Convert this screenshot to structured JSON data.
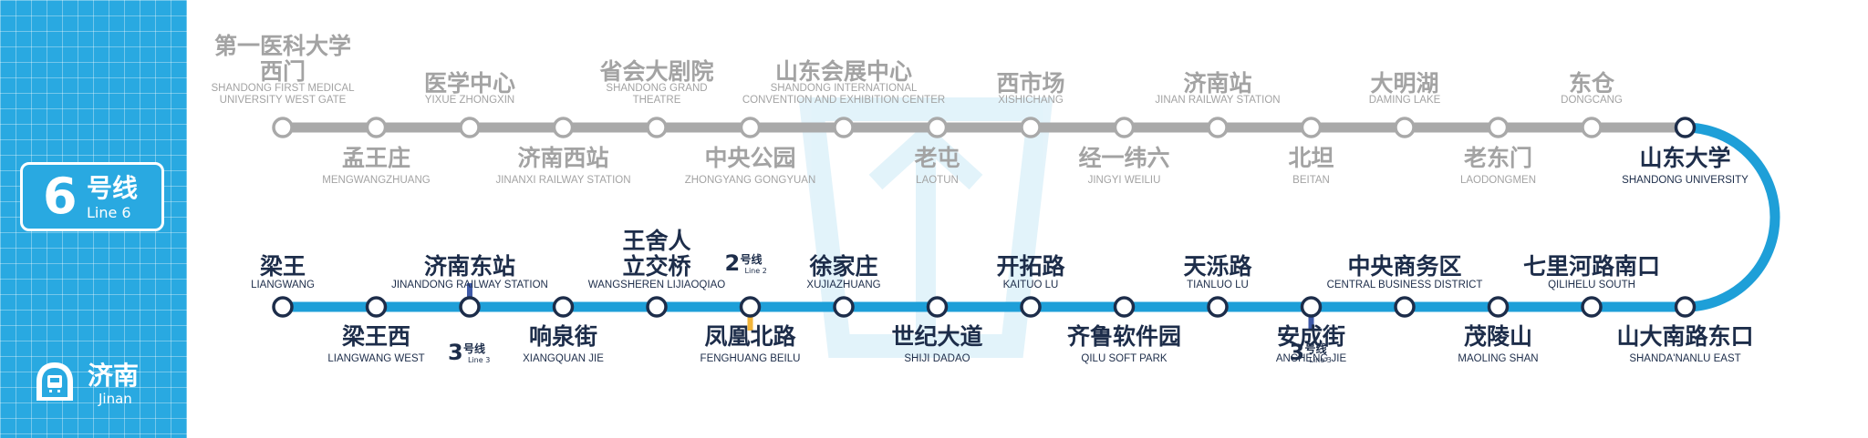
{
  "line": {
    "number": "6",
    "name_cn": "号线",
    "name_en": "Line 6",
    "color": "#1e9fd8",
    "passed_color": "#a9a9a9"
  },
  "city": {
    "name_cn": "济南",
    "name_en": "Jinan",
    "icon": "metro-train-icon"
  },
  "stations_top": [
    {
      "cn": "第一医科大学\n西门",
      "en": "SHANDONG FIRST MEDICAL\nUNIVERSITY WEST GATE"
    },
    {
      "cn": "孟王庄",
      "en": "MENGWANGZHUANG"
    },
    {
      "cn": "医学中心",
      "en": "YIXUE ZHONGXIN"
    },
    {
      "cn": "济南西站",
      "en": "JINANXI RAILWAY STATION"
    },
    {
      "cn": "省会大剧院",
      "en": "SHANDONG GRAND\nTHEATRE"
    },
    {
      "cn": "中央公园",
      "en": "ZHONGYANG GONGYUAN"
    },
    {
      "cn": "山东会展中心",
      "en": "SHANDONG INTERNATIONAL\nCONVENTION  AND EXHIBITION CENTER"
    },
    {
      "cn": "老屯",
      "en": "LAOTUN"
    },
    {
      "cn": "西市场",
      "en": "XISHICHANG"
    },
    {
      "cn": "经一纬六",
      "en": "JINGYI WEILIU"
    },
    {
      "cn": "济南站",
      "en": "JINAN RAILWAY STATION"
    },
    {
      "cn": "北坦",
      "en": "BEITAN"
    },
    {
      "cn": "大明湖",
      "en": "DAMING LAKE"
    },
    {
      "cn": "老东门",
      "en": "LAODONGMEN"
    },
    {
      "cn": "东仓",
      "en": "DONGCANG"
    },
    {
      "cn": "山东大学",
      "en": "SHANDONG UNIVERSITY"
    }
  ],
  "stations_bottom": [
    {
      "cn": "梁王",
      "en": "LIANGWANG"
    },
    {
      "cn": "梁王西",
      "en": "LIANGWANG WEST"
    },
    {
      "cn": "济南东站",
      "en": "JINANDONG RAILWAY STATION"
    },
    {
      "cn": "响泉街",
      "en": "XIANGQUAN JIE"
    },
    {
      "cn": "王舍人\n立交桥",
      "en": "WANGSHEREN LIJIAOQIAO"
    },
    {
      "cn": "凤凰北路",
      "en": "FENGHUANG BEILU"
    },
    {
      "cn": "徐家庄",
      "en": "XUJIAZHUANG"
    },
    {
      "cn": "世纪大道",
      "en": "SHIJI DADAO"
    },
    {
      "cn": "开拓路",
      "en": "KAITUO LU"
    },
    {
      "cn": "齐鲁软件园",
      "en": "QILU SOFT PARK"
    },
    {
      "cn": "天泺路",
      "en": "TIANLUO LU"
    },
    {
      "cn": "安成街",
      "en": "ANCHENG JIE"
    },
    {
      "cn": "中央商务区",
      "en": "CENTRAL BUSINESS DISTRICT"
    },
    {
      "cn": "茂陵山",
      "en": "MAOLING SHAN"
    },
    {
      "cn": "七里河路南口",
      "en": "QILIHELU SOUTH"
    },
    {
      "cn": "山大南路东口",
      "en": "SHANDA'NANLU EAST"
    }
  ],
  "transfers": [
    {
      "station": "济南东站",
      "number": "3",
      "cn": "号线",
      "en": "Line 3",
      "color": "#3f5aa8"
    },
    {
      "station": "凤凰北路",
      "number": "2",
      "cn": "号线",
      "en": "Line 2",
      "color": "#f2b53a"
    },
    {
      "station": "安成街",
      "number": "3",
      "cn": "号线",
      "en": "Line 3",
      "color": "#3f5aa8"
    }
  ]
}
